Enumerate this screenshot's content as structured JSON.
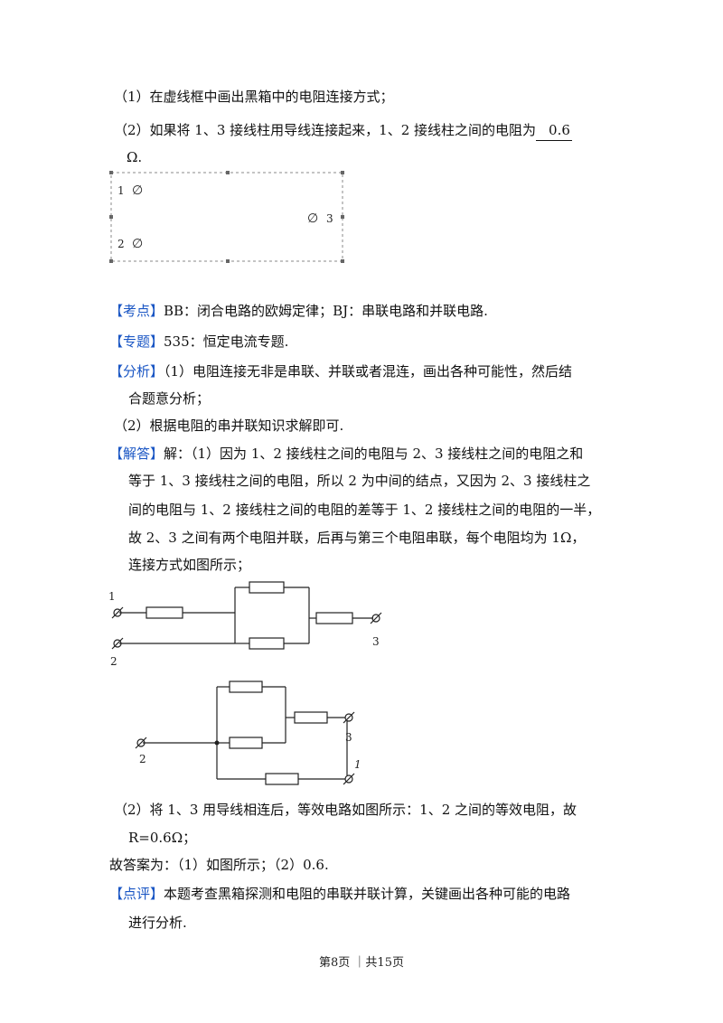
{
  "question": {
    "q1": "（1）在虚线框中画出黑箱中的电阻连接方式；",
    "q2_prefix": "（2）如果将 1、3 接线柱用导线连接起来，1、2 接线柱之间的电阻为",
    "q2_answer": "0.6",
    "q2_unit": "Ω."
  },
  "blackbox": {
    "t1": "1",
    "t2": "2",
    "t3": "3",
    "terminal": "∅"
  },
  "kaodian": {
    "tag": "【考点】",
    "text": "BB：闭合电路的欧姆定律；BJ：串联电路和并联电路."
  },
  "zhuanti": {
    "tag": "【专题】",
    "text": "535：恒定电流专题."
  },
  "fenxi": {
    "tag": "【分析】",
    "line1": "（1）电阻连接无非是串联、并联或者混连，画出各种可能性，然后结",
    "line2": "合题意分析；",
    "line3": "（2）根据电阻的串并联知识求解即可."
  },
  "jieda": {
    "tag": "【解答】",
    "line1": "解：（1）因为 1、2 接线柱之间的电阻与 2、3 接线柱之间的电阻之和",
    "line2": "等于 1、3 接线柱之间的电阻，所以 2 为中间的结点，又因为 2、3 接线柱之",
    "line3": "间的电阻与 1、2 接线柱之间的电阻的差等于 1、2 接线柱之间的电阻的一半，",
    "line4": "故 2、3 之间有两个电阻并联，后再与第三个电阻串联，每个电阻均为 1Ω，",
    "line5": "连接方式如图所示；"
  },
  "fig1": {
    "t1": "1",
    "t2": "2",
    "t3": "3"
  },
  "fig2": {
    "t2": "2",
    "t3": "3",
    "t1": "1"
  },
  "part2": {
    "line1": "（2）将 1、3 用导线相连后，等效电路如图所示：1、2 之间的等效电阻，故",
    "line2": "R=0.6Ω；"
  },
  "answer": "故答案为：（1）如图所示；（2）0.6.",
  "dianping": {
    "tag": "【点评】",
    "line1": "本题考查黑箱探测和电阻的串联并联计算，关键画出各种可能的电路",
    "line2": "进行分析."
  },
  "footer": "第8页 ｜共15页"
}
